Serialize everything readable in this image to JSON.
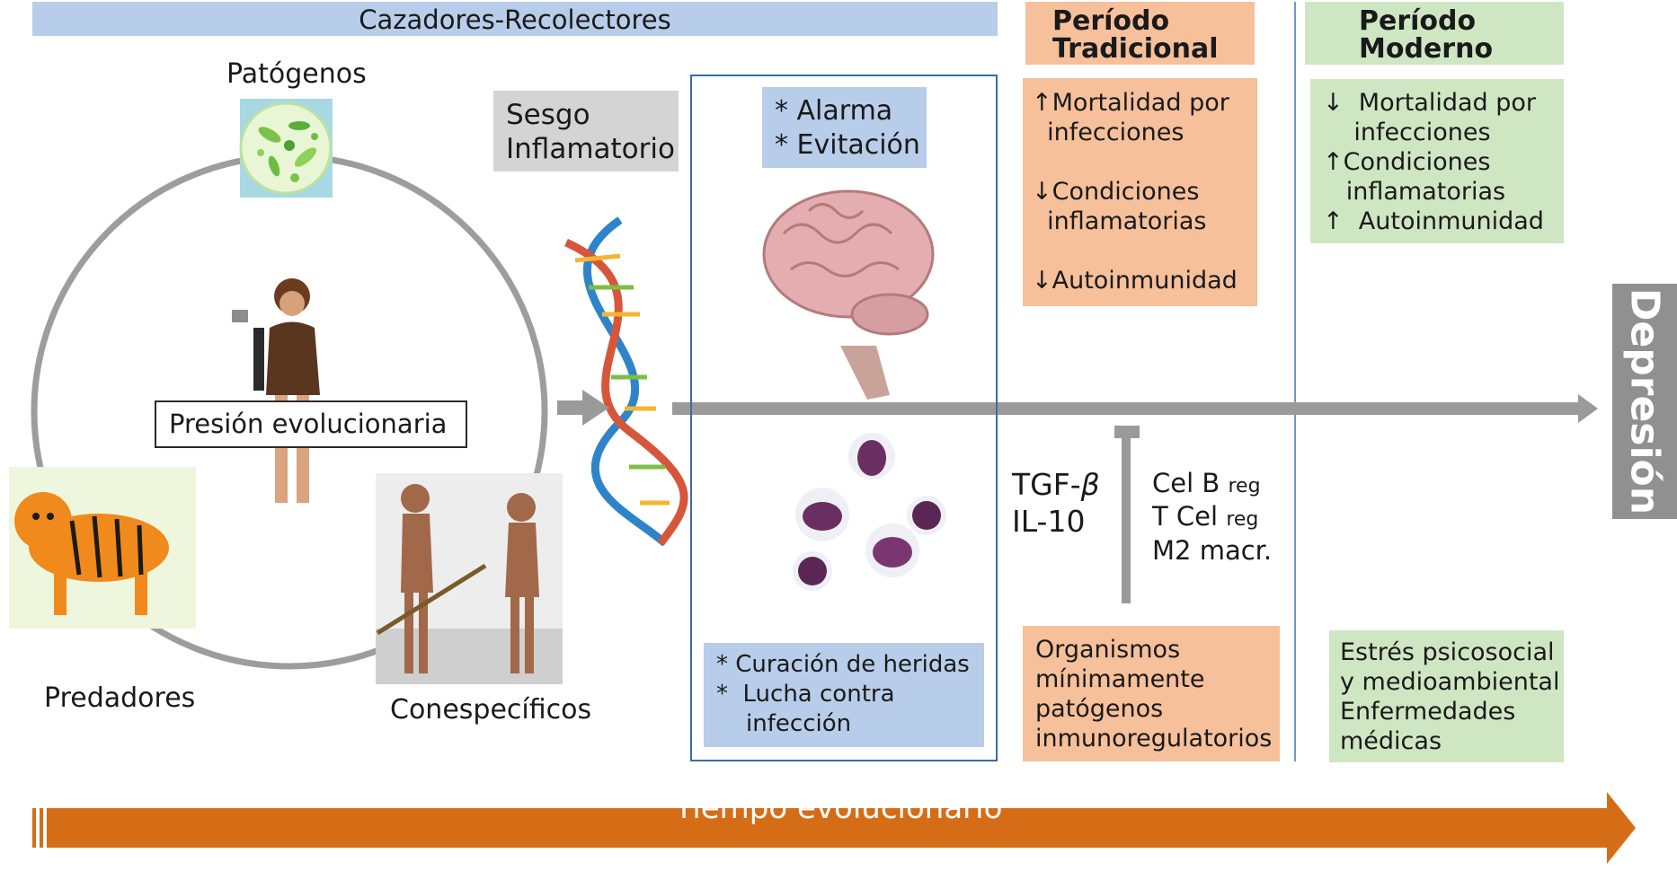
{
  "banners": {
    "hunter_gatherers": "Cazadores-Recolectores",
    "traditional": "Período\nTradicional",
    "modern": "Período\nModerno"
  },
  "circle_labels": {
    "pathogens": "Patógenos",
    "predators": "Predadores",
    "conspecifics": "Conespecíficos",
    "pressure": "Presión evolucionaria"
  },
  "bias_box": "Sesgo\nInflamatorio",
  "brain_box": "* Alarma\n* Evitación",
  "immune_box": "* Curación de heridas\n*  Lucha contra\n    infección",
  "traditional": {
    "effects": "↑Mortalidad por\n  infecciones\n\n↓Condiciones\n  inflamatorias\n\n↓Autoinmunidad",
    "cause": "Organismos\nmínimamente\npatógenos\ninmunoregulatorios"
  },
  "modern": {
    "effects": "↓  Mortalidad por\n    infecciones\n↑Condiciones\n   inflamatorias\n↑  Autoinmunidad",
    "cause": "Estrés psicosocial\ny medioambiental\nEnfermedades\nmédicas"
  },
  "regulators": {
    "tgf": "TGF-",
    "beta": "β",
    "il10": "IL-10",
    "bcell": "Cel B",
    "tcell": "T Cel",
    "reg": "reg",
    "m2": "M2 macr."
  },
  "outcome": "Depresión",
  "timeline": "Tiempo evolucionario",
  "colors": {
    "blue": "#b7cde9",
    "orange": "#f6c09b",
    "green": "#cfe6c3",
    "grey_arrow": "#9a9a9a",
    "time_arrow": "#d56d17"
  }
}
